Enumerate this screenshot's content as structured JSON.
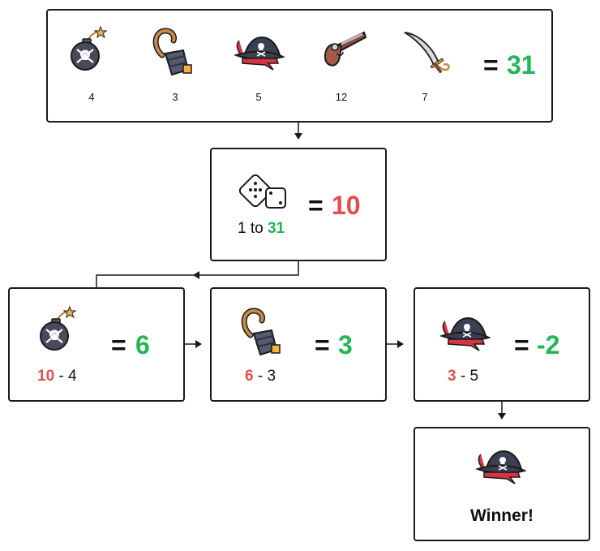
{
  "weapons": [
    {
      "name": "bomb-icon",
      "value": "4"
    },
    {
      "name": "hook-icon",
      "value": "3"
    },
    {
      "name": "pirate-hat-icon",
      "value": "5"
    },
    {
      "name": "pistol-icon",
      "value": "12"
    },
    {
      "name": "sword-icon",
      "value": "7"
    }
  ],
  "total": {
    "eq": "=",
    "value": "31"
  },
  "roll": {
    "eq": "=",
    "value": "10",
    "range_from": "1 to",
    "range_to": "31"
  },
  "steps": [
    {
      "icon": "bomb-icon",
      "input": "10",
      "minus": " - ",
      "weight": "4",
      "eq": "=",
      "result": "6"
    },
    {
      "icon": "hook-icon",
      "input": "6",
      "minus": " - ",
      "weight": "3",
      "eq": "=",
      "result": "3"
    },
    {
      "icon": "pirate-hat-icon",
      "input": "3",
      "minus": " - ",
      "weight": "5",
      "eq": "=",
      "result": "-2"
    }
  ],
  "winner": {
    "label": "Winner!"
  },
  "colors": {
    "green": "#22b755",
    "red": "#e2504b",
    "border": "#1a1a1a",
    "icon_dark": "#4a4a5c"
  }
}
